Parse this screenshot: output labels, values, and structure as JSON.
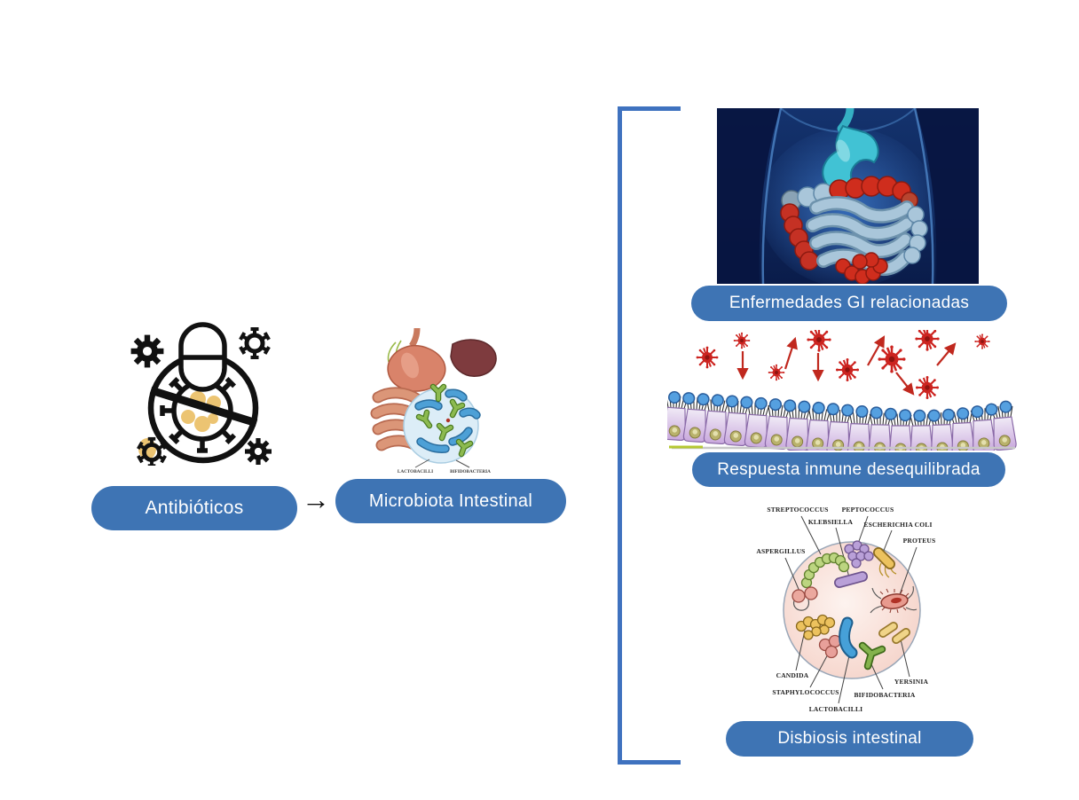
{
  "colors": {
    "accent_blue": "#3e74b4",
    "bracket_blue": "#3f72bf",
    "icon_black": "#111111",
    "icon_gold": "#ecc472",
    "virus_red": "#c52a1e"
  },
  "flow": {
    "cause_label": "Antibióticos",
    "arrow_glyph": "→",
    "target_label": "Microbiota Intestinal"
  },
  "microbiota_inset": {
    "labels": [
      "LACTOBACILLI",
      "BIFIDOBACTERIA"
    ]
  },
  "outcomes": [
    {
      "label": "Enfermedades GI relacionadas"
    },
    {
      "label": "Respuesta inmune desequilibrada"
    },
    {
      "label": "Disbiosis intestinal"
    }
  ],
  "dysbiosis_labels": [
    "STREPTOCOCCUS",
    "PEPTOCOCCUS",
    "KLEBSIELLA",
    "ESCHERICHIA COLI",
    "PROTEUS",
    "ASPERGILLUS",
    "CANDIDA",
    "STAPHYLOCOCCUS",
    "LACTOBACILLI",
    "BIFIDOBACTERIA",
    "YERSINIA"
  ]
}
